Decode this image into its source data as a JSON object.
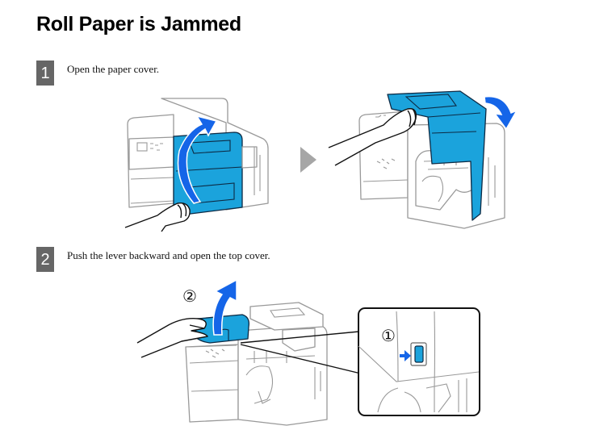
{
  "page": {
    "title": "Roll Paper is Jammed"
  },
  "steps": [
    {
      "number": "1",
      "text": "Open the paper cover."
    },
    {
      "number": "2",
      "text": "Push the lever backward and open the top cover."
    }
  ],
  "callouts": {
    "lever": "①",
    "top_cover": "②"
  },
  "colors": {
    "accent_cover": "#1ba3dc",
    "arrow": "#1565e8",
    "step_badge": "#666666",
    "next_arrow": "#a6a6a6"
  }
}
